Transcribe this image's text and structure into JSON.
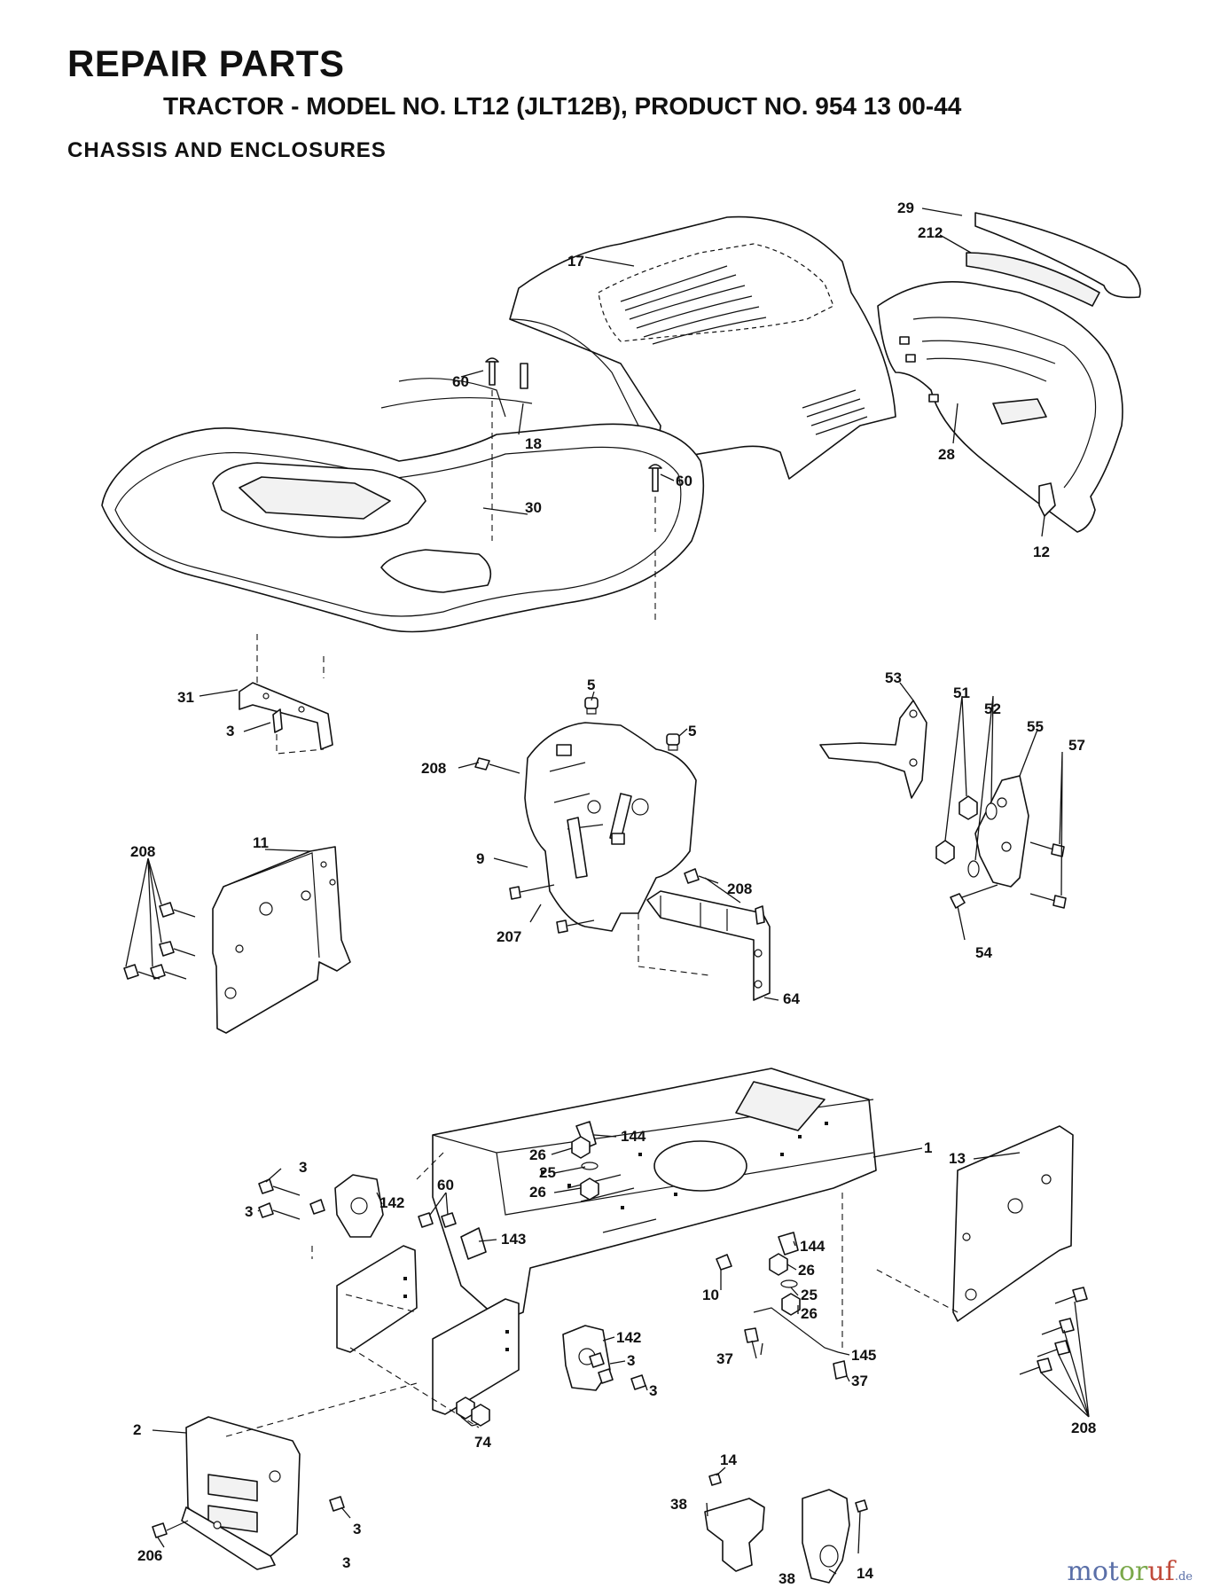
{
  "header": {
    "title": "REPAIR PARTS",
    "subtitle": "TRACTOR - MODEL NO. LT12 (JLT12B), PRODUCT NO. 954 13 00-44",
    "section": "CHASSIS AND ENCLOSURES"
  },
  "callouts": [
    "29",
    "212",
    "17",
    "60",
    "18",
    "28",
    "30",
    "60",
    "12",
    "31",
    "3",
    "5",
    "5",
    "53",
    "51",
    "52",
    "55",
    "57",
    "208",
    "9",
    "11",
    "208",
    "208",
    "54",
    "207",
    "64",
    "1",
    "144",
    "26",
    "25",
    "26",
    "13",
    "3",
    "3",
    "60",
    "142",
    "143",
    "144",
    "26",
    "10",
    "25",
    "26",
    "142",
    "37",
    "145",
    "3",
    "3",
    "37",
    "2",
    "74",
    "3",
    "14",
    "38",
    "38",
    "14",
    "206",
    "3",
    "208"
  ],
  "watermark": {
    "part1": "mot",
    "part2": "or",
    "part3": "uf",
    "suffix": ".de"
  }
}
